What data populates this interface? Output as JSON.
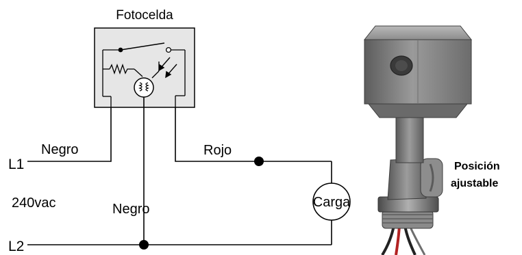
{
  "diagram": {
    "title": "Fotocelda",
    "labels": {
      "l1": "L1",
      "l2": "L2",
      "voltage": "240vac",
      "negro_top": "Negro",
      "negro_mid": "Negro",
      "rojo": "Rojo",
      "carga": "Carga",
      "position_line1": "Posición",
      "position_line2": "ajustable"
    },
    "colors": {
      "box_fill": "#e6e6e6",
      "wire": "#000000",
      "housing": "#8a8a8a",
      "housing_dark": "#5c5c5c",
      "housing_light": "#b4b4b4",
      "cable_red": "#b22222"
    },
    "icons": [
      "photocell-symbol-icon",
      "relay-switch-icon",
      "resistor-icon",
      "light-arrows-icon"
    ]
  }
}
